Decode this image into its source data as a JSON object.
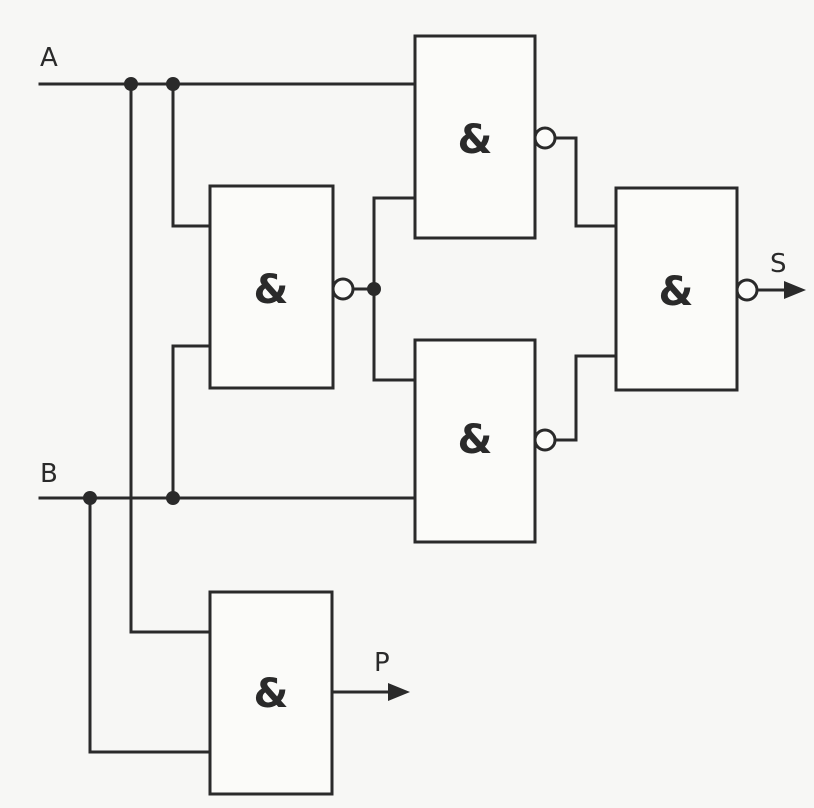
{
  "colors": {
    "ink": "#2a2a2a",
    "paper": "#f7f7f5"
  },
  "inputs": {
    "a": "A",
    "b": "B"
  },
  "outputs": {
    "s": "S",
    "p": "P"
  },
  "gates": {
    "nand_ab": "&",
    "nand_a": "&",
    "nand_b": "&",
    "nand_s": "&",
    "and_p": "&"
  }
}
